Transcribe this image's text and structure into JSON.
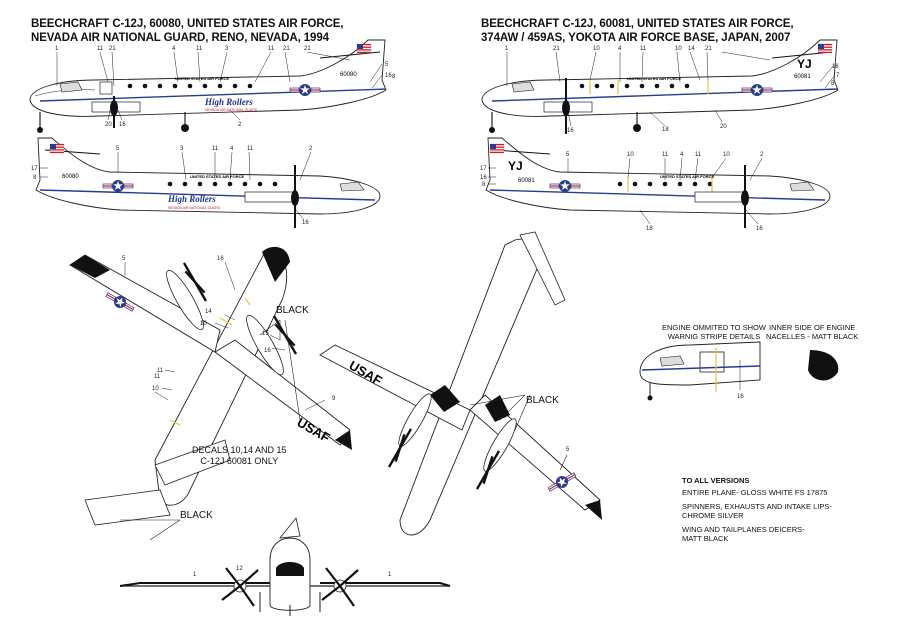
{
  "captions": {
    "left": [
      "BEECHCRAFT C-12J, 60080, UNITED STATES AIR FORCE,",
      "NEVADA AIR NATIONAL GUARD, RENO, NEVADA, 1994"
    ],
    "right": [
      "BEECHCRAFT C-12J, 60081, UNITED STATES AIR FORCE,",
      "374AW / 459AS, YOKOTA AIR FORCE BASE, JAPAN, 2007"
    ]
  },
  "markings": {
    "fuselage_title": "UNITED STATES AIR FORCE",
    "serial_left": "60080",
    "serial_right": "60081",
    "tail_code": "YJ",
    "unit_logo": "High Rollers",
    "unit_sub": "NEVADA AIR NATIONAL GUARD",
    "wing_text": "USAF"
  },
  "labels": {
    "black": "BLACK",
    "engine_note": [
      "ENGINE OMMITED TO SHOW",
      "WARNIG STRIPE DETAILS"
    ],
    "nacelle_note": [
      "INNER SIDE OF ENGINE",
      "NACELLES - MATT BLACK"
    ],
    "decals_note": [
      "DECALS 10,14 AND 15",
      "C-12J 60081 ONLY"
    ]
  },
  "all_versions": {
    "heading": "TO ALL VERSIONS",
    "items": [
      [
        "ENTIRE PLANE- GLOSS WHITE FS 17875"
      ],
      [
        "SPINNERS, EXHAUSTS AND INTAKE LIPS-",
        "CHROME SILVER"
      ],
      [
        "WING AND TAILPLANES DEICERS-",
        "MATT BLACK"
      ]
    ]
  },
  "colors": {
    "cheatline": "#2a3c8c",
    "flag_red": "#c8202a",
    "flag_blue": "#2a3c8c",
    "logo_red": "#c8202a",
    "logo_blue": "#1f2f8c",
    "deicer": "#111111",
    "stripe_yellow": "#e8c23a",
    "plane": "#ffffff"
  },
  "callouts": {
    "p1": [
      "1",
      "11",
      "21",
      "4",
      "11",
      "3",
      "11",
      "21",
      "21",
      "5",
      "16",
      "8",
      "20",
      "16",
      "2"
    ],
    "p2": [
      "1",
      "21",
      "10",
      "4",
      "11",
      "10",
      "14",
      "21",
      "16",
      "7",
      "8",
      "16",
      "18",
      "20"
    ],
    "p3": [
      "17",
      "8",
      "5",
      "3",
      "11",
      "4",
      "11",
      "2",
      "16"
    ],
    "p4": [
      "17",
      "16",
      "8",
      "5",
      "10",
      "11",
      "4",
      "11",
      "10",
      "2",
      "18",
      "16"
    ],
    "p5": [
      "5",
      "16",
      "14",
      "10",
      "15",
      "16",
      "11",
      "10",
      "11",
      "9"
    ],
    "p6": [
      "5"
    ],
    "p7": [
      "16"
    ],
    "p8": [
      "12",
      "1",
      "1"
    ]
  }
}
